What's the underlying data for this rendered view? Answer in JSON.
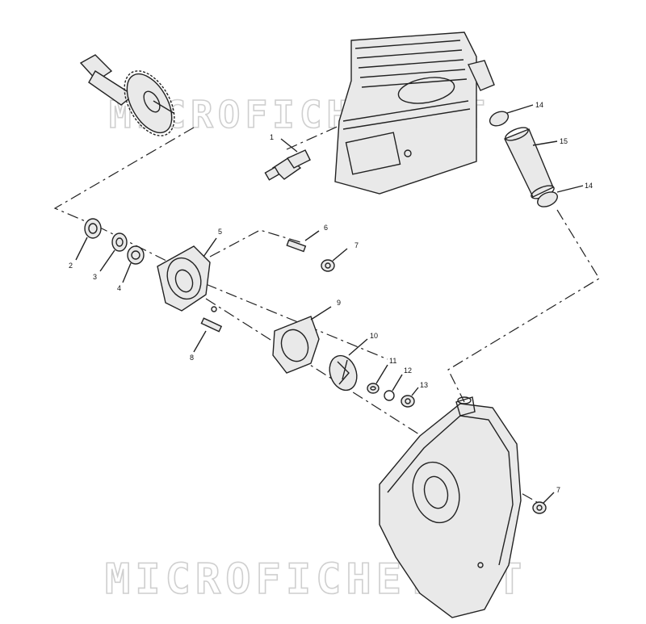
{
  "watermark": {
    "text": "MICROFICHE.NET"
  },
  "callouts": [
    {
      "id": "c1",
      "label": "1"
    },
    {
      "id": "c2",
      "label": "2"
    },
    {
      "id": "c3",
      "label": "3"
    },
    {
      "id": "c4",
      "label": "4"
    },
    {
      "id": "c5",
      "label": "5"
    },
    {
      "id": "c6",
      "label": "6"
    },
    {
      "id": "c7a",
      "label": "7"
    },
    {
      "id": "c7b",
      "label": "7"
    },
    {
      "id": "c8",
      "label": "8"
    },
    {
      "id": "c9",
      "label": "9"
    },
    {
      "id": "c10",
      "label": "10"
    },
    {
      "id": "c11",
      "label": "11"
    },
    {
      "id": "c12",
      "label": "12"
    },
    {
      "id": "c13",
      "label": "13"
    },
    {
      "id": "c14a",
      "label": "14"
    },
    {
      "id": "c14b",
      "label": "14"
    },
    {
      "id": "c15",
      "label": "15"
    }
  ]
}
